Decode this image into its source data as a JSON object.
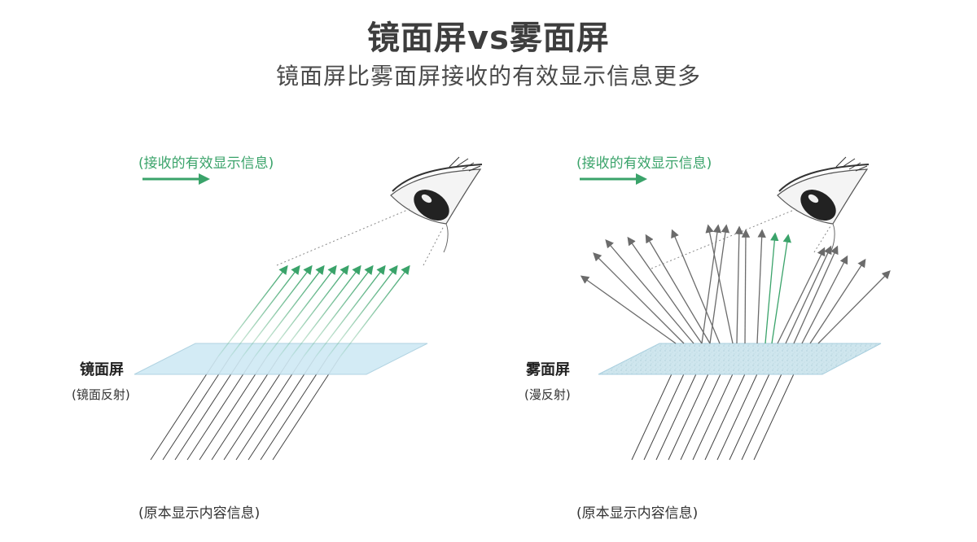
{
  "title": "镜面屏vs雾面屏",
  "subtitle": "镜面屏比雾面屏接收的有效显示信息更多",
  "colors": {
    "effective": "#3aa36a",
    "scattered": "#6b6b6b",
    "incoming": "#444444",
    "mirror": "#cfe9f4",
    "matte": "#cfe6ee"
  },
  "left": {
    "legend": "(接收的有效显示信息)",
    "screen_name": "镜面屏",
    "screen_note": "(镜面反射)",
    "source_note": "(原本显示内容信息)"
  },
  "right": {
    "legend": "(接收的有效显示信息)",
    "screen_name": "雾面屏",
    "screen_note": "(漫反射)",
    "source_note": "(原本显示内容信息)"
  }
}
